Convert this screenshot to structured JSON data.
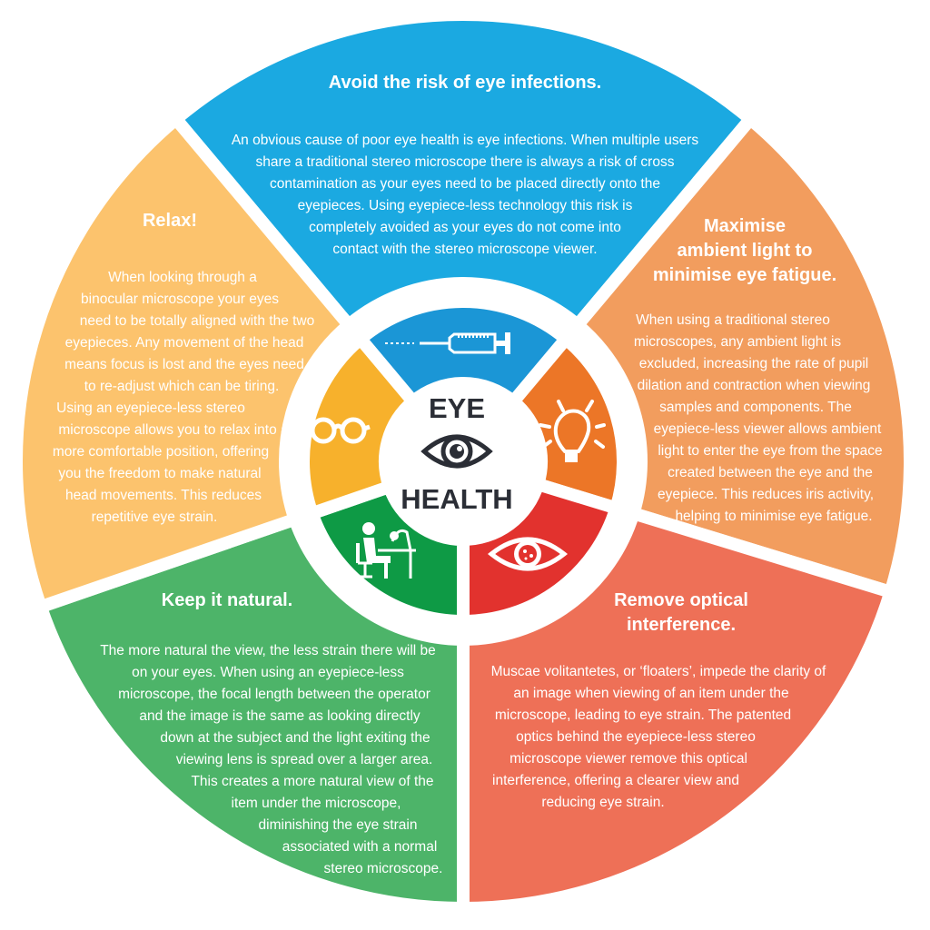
{
  "center": {
    "top": "EYE",
    "bottom": "HEALTH"
  },
  "colors": {
    "blue_outer": "#1ba9e1",
    "blue_inner": "#1b96d6",
    "orange_outer": "#f29d5e",
    "orange_inner": "#ec7627",
    "red_outer": "#ee7057",
    "red_inner": "#e2322e",
    "green_outer": "#4db469",
    "green_inner": "#0e9a45",
    "yellow_outer": "#fcc36d",
    "yellow_inner": "#f7b12c",
    "center_text": "#2b2e36"
  },
  "segments": {
    "blue": {
      "icon": "syringe-icon",
      "title": [
        "Avoid the risk of eye infections."
      ],
      "body": [
        "An obvious cause of poor eye health is eye infections.  When multiple users",
        "share a traditional stereo microscope there is always a risk of cross",
        "contamination as your eyes need to be placed directly onto the",
        "eyepieces.  Using eyepiece-less technology this risk is",
        "completely avoided as your eyes do not come into",
        "contact with the stereo microscope viewer."
      ]
    },
    "orange": {
      "icon": "lightbulb-icon",
      "title": [
        "Maximise",
        "ambient light to",
        "minimise eye fatigue."
      ],
      "body": [
        "When using a traditional stereo",
        "microscopes, any ambient light is",
        "excluded, increasing the rate of pupil",
        "dilation and contraction when viewing",
        "samples and components. The",
        "eyepiece-less viewer allows ambient",
        "light to enter the eye from the space",
        "created between the eye and the",
        "eyepiece.  This reduces iris activity,",
        "helping to minimise eye fatigue."
      ]
    },
    "red": {
      "icon": "eye-floaters-icon",
      "title": [
        "Remove optical",
        "interference."
      ],
      "body": [
        "Muscae volitantetes, or ‘floaters’, impede the clarity of",
        "an image when viewing of an item under the",
        "microscope, leading to eye strain. The patented",
        "optics behind the eyepiece-less stereo",
        "microscope viewer remove this optical",
        "interference, offering a clearer view and",
        "reducing eye strain."
      ]
    },
    "green": {
      "icon": "person-at-microscope-icon",
      "title": [
        "Keep it natural."
      ],
      "body": [
        "The more natural the view, the less strain there will be",
        "on your eyes. When using an eyepiece-less",
        "microscope, the focal length between the operator",
        "and the image is the same as looking directly",
        "down at the subject and the light exiting the",
        "viewing lens is spread over a larger area.",
        "This creates a more natural view of the",
        "item under the microscope,",
        "diminishing the eye strain",
        "associated with a normal",
        "stereo microscope."
      ]
    },
    "yellow": {
      "icon": "glasses-icon",
      "title": [
        "Relax!"
      ],
      "body": [
        "When looking through a",
        "binocular microscope your eyes",
        "need to be totally aligned with the two",
        "eyepieces. Any movement of the head",
        "means focus is lost and the eyes need",
        "to re-adjust which can be tiring.",
        "Using an eyepiece-less stereo",
        "microscope allows you to relax into a",
        "more comfortable position, offering",
        "you the freedom to make natural",
        "head movements. This reduces",
        "repetitive eye strain."
      ]
    }
  }
}
